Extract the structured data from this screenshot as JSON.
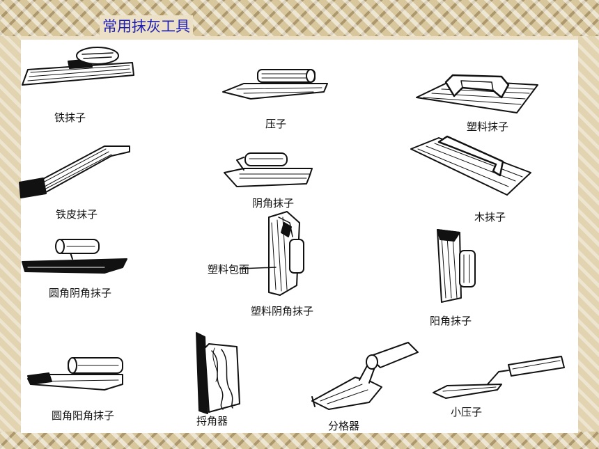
{
  "title": "常用抹灰工具",
  "tools": {
    "tie_mozi": "铁抹子",
    "yazi": "压子",
    "suliao_mozi": "塑料抹子",
    "tiepi_mozi": "铁皮抹子",
    "yinjiao_mozi": "阴角抹子",
    "mu_mozi": "木抹子",
    "yuanjiao_yinjiao_mozi": "圆角阴角抹子",
    "suliao_baomian": "塑料包面",
    "suliao_yinjiao_mozi": "塑料阴角抹子",
    "yangjiao_mozi": "阳角抹子",
    "yuanjiao_yangjiao_mozi": "圆角阳角抹子",
    "lejiaoqi": "捋角器",
    "fengeqi": "分格器",
    "xiao_yazi": "小压子"
  }
}
